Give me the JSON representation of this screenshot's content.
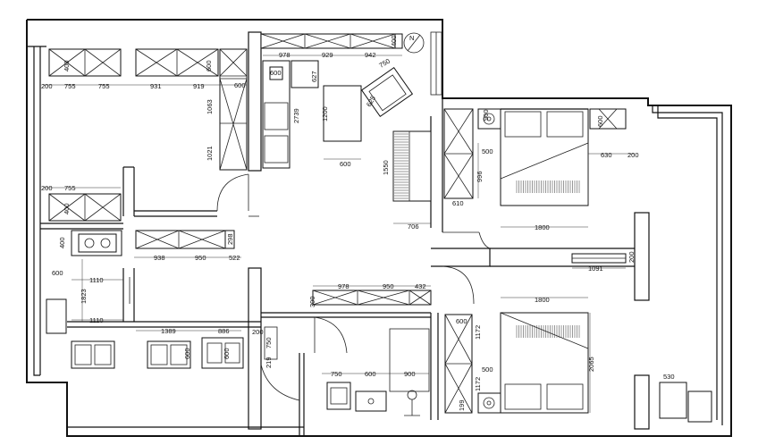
{
  "plan": {
    "background": "#ffffff",
    "ink": "#111111",
    "compass_label": "N",
    "watermark": "",
    "dims": {
      "top_978": "978",
      "top_929": "929",
      "top_942": "942",
      "top_400": "400",
      "left_200": "200",
      "left_755a": "755",
      "left_755b": "755",
      "mid_931": "931",
      "mid_919": "919",
      "left_400a": "400",
      "left_600a": "600",
      "wr_600": "600",
      "wr_1063": "1063",
      "wr_1021": "1021",
      "sofa_600": "600",
      "sofa_627": "627",
      "tv_2739": "2739",
      "table_1200": "1200",
      "table_600": "600",
      "chair_750": "750",
      "chair_625": "625",
      "piano_1550": "1550",
      "piano_706": "706",
      "bw_610": "610",
      "lower_200": "200",
      "lower_755": "755",
      "lower_400": "400",
      "k_400": "400",
      "k_600": "600",
      "k_1110a": "1110",
      "k_1823": "1823",
      "k_1110b": "1110",
      "c_938": "938",
      "c_950": "950",
      "c_522": "522",
      "c_298": "298",
      "b_1389": "1389",
      "b_886": "886",
      "b_600": "600",
      "mid_978": "978",
      "mid_950": "950",
      "mid_432": "432",
      "mid_300": "300",
      "door_200": "200",
      "door_750": "750",
      "door_219": "219",
      "bath_750": "750",
      "bath_600": "600",
      "bath_900": "900",
      "br1_900": "900",
      "br1_500": "500",
      "br1_996": "996",
      "br1_1800": "1800",
      "br1_630": "630",
      "br1_200": "200",
      "br1_600": "600",
      "corr_1091": "1091",
      "corr_200": "200",
      "br2_1800": "1800",
      "br2_600": "600",
      "br2_1172a": "1172",
      "br2_500": "500",
      "br2_2065": "2065",
      "br2_1172b": "1172",
      "br2_199": "199",
      "br2_530": "530"
    }
  }
}
